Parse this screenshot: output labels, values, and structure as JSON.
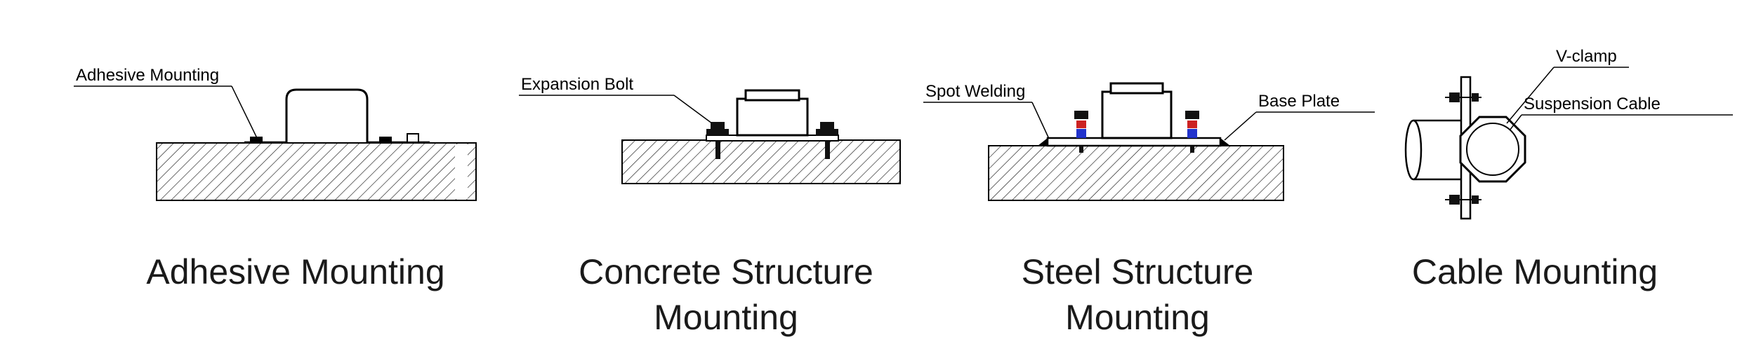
{
  "figure": {
    "background": "#ffffff",
    "line_color": "#000000",
    "accent_red": "#cc2222",
    "accent_blue": "#2233cc"
  },
  "panels": [
    {
      "id": "adhesive-mounting",
      "caption_lines": [
        "Adhesive Mounting"
      ],
      "callouts": [
        {
          "label": "Adhesive Mounting"
        }
      ]
    },
    {
      "id": "concrete-structure-mounting",
      "caption_lines": [
        "Concrete Structure",
        "Mounting"
      ],
      "callouts": [
        {
          "label": "Expansion Bolt"
        }
      ]
    },
    {
      "id": "steel-structure-mounting",
      "caption_lines": [
        "Steel Structure",
        "Mounting"
      ],
      "callouts": [
        {
          "label": "Spot Welding"
        },
        {
          "label": "Base Plate"
        }
      ]
    },
    {
      "id": "cable-mounting",
      "caption_lines": [
        "Cable Mounting"
      ],
      "callouts": [
        {
          "label": "V-clamp"
        },
        {
          "label": "Suspension Cable"
        }
      ]
    }
  ]
}
